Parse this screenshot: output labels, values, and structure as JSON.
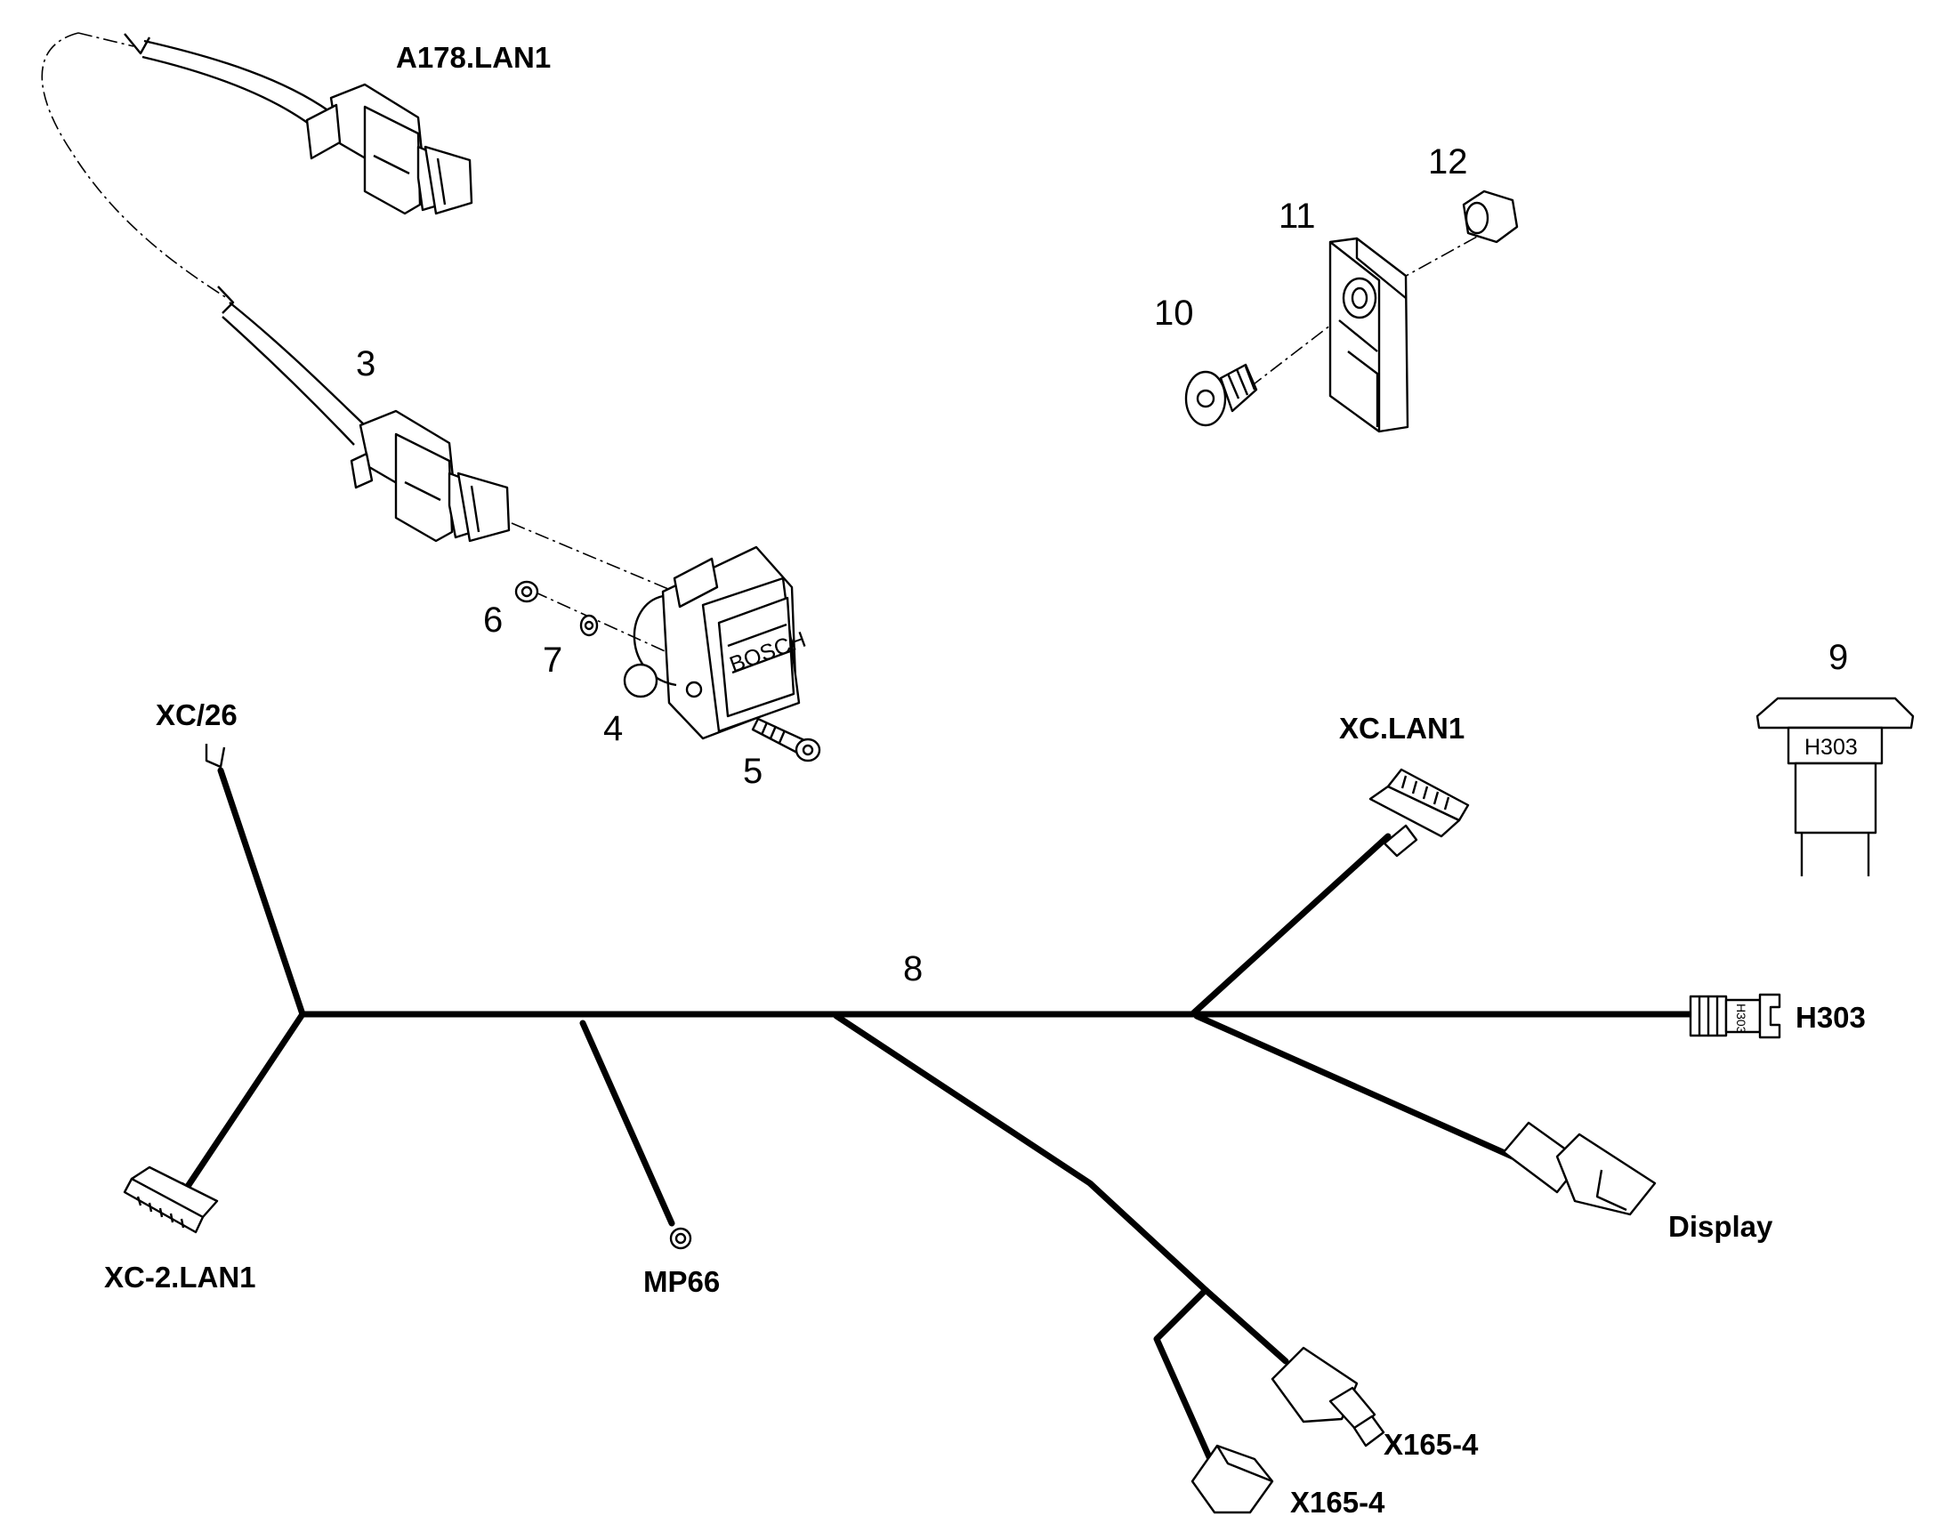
{
  "parts": {
    "n3": "3",
    "n4": "4",
    "n5": "5",
    "n6": "6",
    "n7": "7",
    "n8": "8",
    "n9": "9",
    "n10": "10",
    "n11": "11",
    "n12": "12"
  },
  "connectors": {
    "a178": "A178.LAN1",
    "xc26": "XC/26",
    "xclan1": "XC.LAN1",
    "h303": "H303",
    "display": "Display",
    "xc2lan1": "XC-2.LAN1",
    "mp66": "MP66",
    "x1654_a": "X165-4",
    "x1654_b": "X165-4"
  },
  "lamp_label": "H303",
  "plug_tag": "H303",
  "socket_brand": "BOSCH"
}
